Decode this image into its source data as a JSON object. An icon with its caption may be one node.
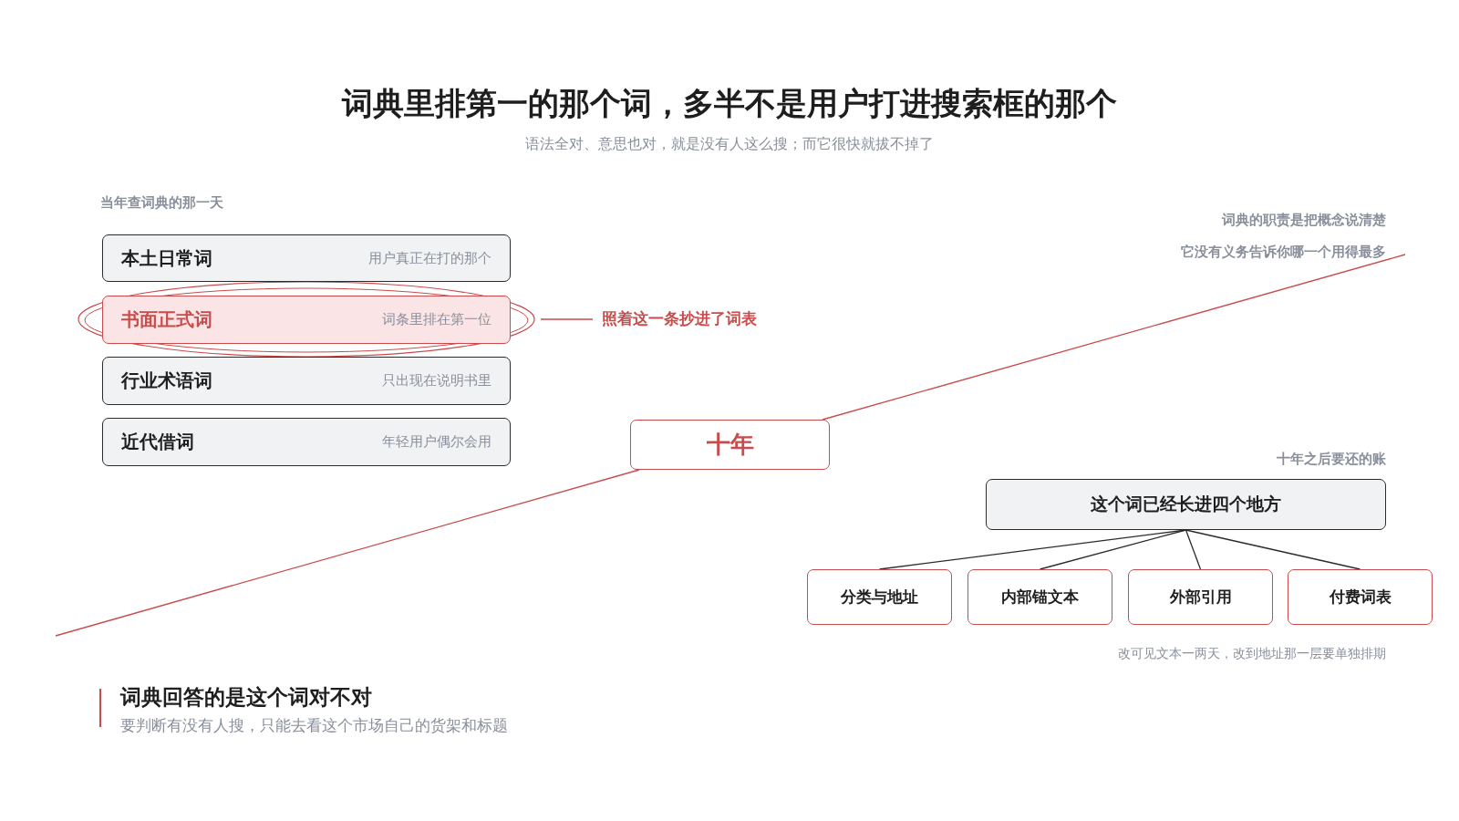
{
  "diagram": {
    "title": "词典里排第一的那个词，多半不是用户打进搜索框的那个",
    "nodes": [
      {
        "text": [
          "本土日常词",
          "用户真正在打的那个"
        ]
      },
      {
        "text": [
          "书面正式词",
          "词条里排在第一位"
        ]
      },
      {
        "text": [
          "行业术语词",
          "只出现在说明书里"
        ]
      },
      {
        "text": [
          "近代借词",
          "年轻用户偶尔会用"
        ]
      },
      {
        "text": [
          "照着这一条抄进了词表"
        ]
      },
      {
        "text": [
          "十年"
        ]
      },
      {
        "text": [
          "这个词已经长进四个地方"
        ]
      },
      {
        "text": [
          "分类与地址"
        ]
      },
      {
        "text": [
          "内部锚文本"
        ]
      },
      {
        "text": [
          "外部引用"
        ]
      },
      {
        "text": [
          "付费词表"
        ]
      }
    ],
    "edges": [
      {
        "from": 1,
        "to": 4,
        "arrow": "none",
        "color": "#c94b4b"
      },
      {
        "from": null,
        "to": 5,
        "arrow": "none",
        "color": "#c94b4b"
      },
      {
        "from": 5,
        "to": null,
        "arrow": "none",
        "color": "#c94b4b"
      },
      {
        "from": 6,
        "to": 7,
        "arrow": "none"
      },
      {
        "from": 6,
        "to": 8,
        "arrow": "none"
      },
      {
        "from": 6,
        "to": 9,
        "arrow": "none"
      },
      {
        "from": 6,
        "to": 10,
        "arrow": "none"
      }
    ],
    "labels": [
      "语法全对、意思也对，就是没有人这么搜；而它很快就拔不掉了",
      "当年查词典的那一天",
      "词典的职责是把概念说清楚",
      "它没有义务告诉你哪一个用得最多",
      "十年之后要还的账",
      "改可见文本一两天，改到地址那一层要单独排期",
      "词典回答的是这个词对不对",
      "要判断有没有人搜，只能去看这个市场自己的货架和标题"
    ]
  }
}
